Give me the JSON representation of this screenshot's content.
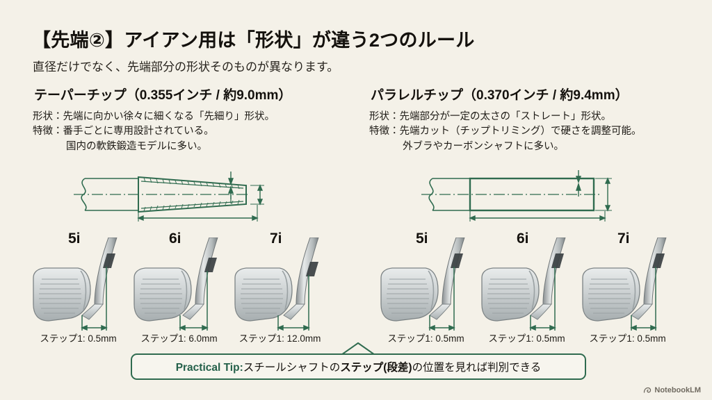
{
  "header": {
    "title": "【先端②】アイアン用は「形状」が違う2つのルール",
    "subtitle": "直径だけでなく、先端部分の形状そのものが異なります。"
  },
  "columns": [
    {
      "heading": "テーパーチップ（0.355インチ / 約9.0mm）",
      "lines": [
        "形状：先端に向かい徐々に細くなる「先細り」形状。",
        "特徴：番手ごとに専用設計されている。",
        "国内の軟鉄鍛造モデルに多い。"
      ],
      "diagram": "tapered-shaft",
      "clubs": [
        {
          "label": "5i",
          "step": "ステップ1: 0.5mm"
        },
        {
          "label": "6i",
          "step": "ステップ1: 6.0mm"
        },
        {
          "label": "7i",
          "step": "ステップ1: 12.0mm"
        }
      ]
    },
    {
      "heading": "パラレルチップ（0.370インチ / 約9.4mm）",
      "lines": [
        "形状：先端部分が一定の太さの「ストレート」形状。",
        "特徴：先端カット（チップトリミング）で硬さを調整可能。",
        "外ブラやカーボンシャフトに多い。"
      ],
      "diagram": "parallel-shaft",
      "clubs": [
        {
          "label": "5i",
          "step": "ステップ1: 0.5mm"
        },
        {
          "label": "6i",
          "step": "ステップ1: 0.5mm"
        },
        {
          "label": "7i",
          "step": "ステップ1: 0.5mm"
        }
      ]
    }
  ],
  "tip": {
    "prefix": "Practical Tip:",
    "body_1": "スチールシャフトの",
    "body_bold": "ステップ(段差)",
    "body_2": "の位置を見れば判別できる"
  },
  "footer": {
    "brand": "NotebookLM"
  },
  "colors": {
    "background": "#f4f1e8",
    "ink": "#14110d",
    "green": "#2f6b4f",
    "green_dark": "#24604a",
    "metal_light": "#e3e6e6",
    "metal_mid": "#b9bfc0",
    "metal_dark": "#6f7577"
  }
}
